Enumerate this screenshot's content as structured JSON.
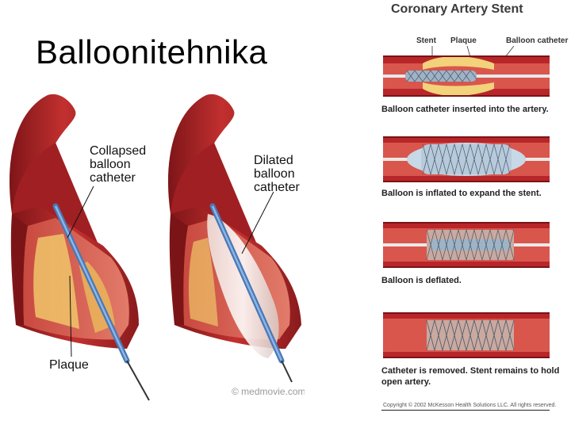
{
  "slide": {
    "title": "Balloonitehnika"
  },
  "left_figure": {
    "label_collapsed": "Collapsed balloon catheter",
    "label_collapsed_lines": [
      "Collapsed",
      "balloon",
      "catheter"
    ],
    "label_dilated_lines": [
      "Dilated",
      "balloon",
      "catheter"
    ],
    "label_plaque": "Plaque",
    "credit": "© medmovie.com"
  },
  "stent_panel": {
    "title": "Coronary Artery Stent",
    "part_labels": {
      "stent": "Stent",
      "plaque": "Plaque",
      "balloon_catheter": "Balloon catheter"
    },
    "steps": [
      {
        "caption": "Balloon catheter inserted into the artery."
      },
      {
        "caption": "Balloon is inflated to expand the stent."
      },
      {
        "caption": "Balloon is deflated."
      },
      {
        "caption": "Catheter is removed. Stent remains to hold open artery."
      }
    ],
    "copyright": "Copyright © 2002 McKesson Health Solutions LLC. All rights reserved."
  },
  "colors": {
    "artery_wall": "#b8262a",
    "artery_inner": "#d9564d",
    "plaque": "#f2d27a",
    "catheter": "#5b8fc9",
    "stent": "#7d8fa3"
  }
}
